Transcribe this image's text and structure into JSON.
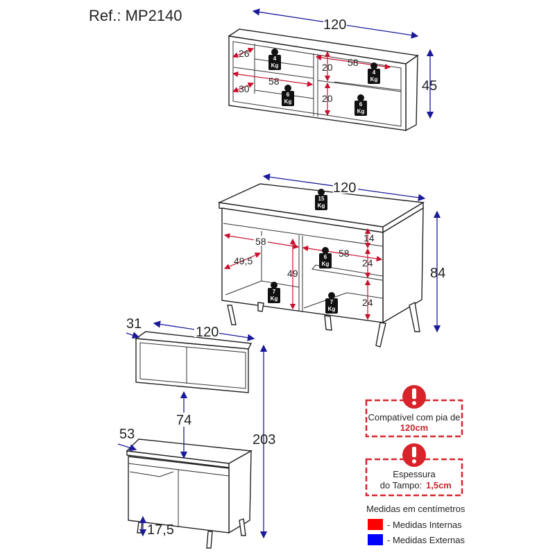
{
  "ref": "Ref.: MP2140",
  "wall_unit": {
    "width": "120",
    "height": "45",
    "depth_top": "26",
    "depth_bottom": "30",
    "left_width": "58",
    "right_width": "58",
    "shelf_heights": [
      "20",
      "20"
    ],
    "weights": [
      {
        "value": "4",
        "unit": "Kg"
      },
      {
        "value": "4",
        "unit": "Kg"
      },
      {
        "value": "6",
        "unit": "Kg"
      },
      {
        "value": "6",
        "unit": "Kg"
      }
    ]
  },
  "base_unit": {
    "width": "120",
    "height": "84",
    "left_width": "58",
    "left_depth": "49,5",
    "left_height": "49",
    "right_width": "58",
    "right_heights": [
      "14",
      "24",
      "24"
    ],
    "weights": [
      {
        "value": "15",
        "unit": "Kg"
      },
      {
        "value": "6",
        "unit": "Kg"
      },
      {
        "value": "7",
        "unit": "Kg"
      },
      {
        "value": "7",
        "unit": "Kg"
      }
    ]
  },
  "overview": {
    "wall_depth": "31",
    "wall_width": "120",
    "gap": "74",
    "total_height": "203",
    "base_depth": "53",
    "leg_height": "17,5"
  },
  "notices": [
    {
      "text": "Compatível com pia de",
      "highlight": "120cm"
    },
    {
      "text_line1": "Espessura",
      "text_line2": "do Tampo:",
      "highlight": "1,5cm"
    }
  ],
  "legend": {
    "title": "Medidas em centímetros",
    "items": [
      {
        "label": "- Medidas Internas",
        "color": "#ff0000"
      },
      {
        "label": "- Medidas Externas",
        "color": "#0000ff"
      }
    ]
  }
}
